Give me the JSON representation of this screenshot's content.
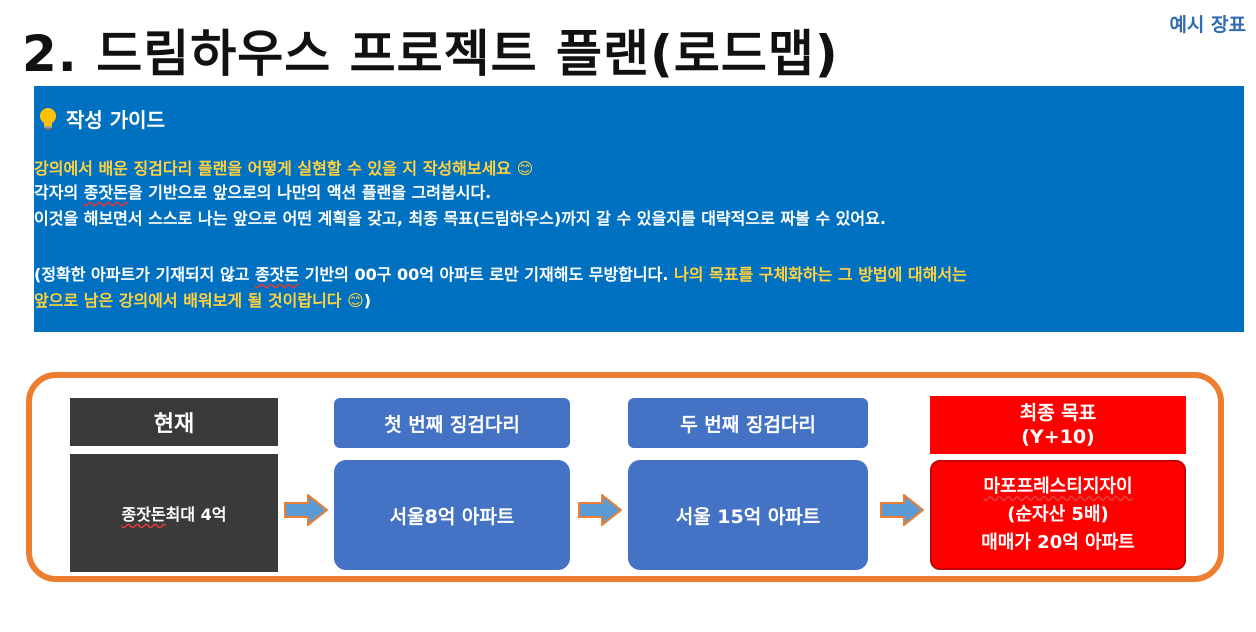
{
  "header": {
    "title": "2. 드림하우스 프로젝트 플랜(로드맵)",
    "tag": "예시 장표"
  },
  "guide": {
    "heading": "작성 가이드",
    "line1": "강의에서 배운 징검다리 플랜을 어떻게 실현할 수 있을 지 작성해보세요 😊",
    "line2_a": "각자의 ",
    "line2_b": "종잣돈",
    "line2_c": "을 기반으로 앞으로의 나만의 액션 플랜을 그려봅시다.",
    "line3": "이것을 해보면서 스스로 나는 앞으로 어떤 계획을 갖고, 최종 목표(드림하우스)까지 갈 수 있을지를 대략적으로 짜볼 수 있어요.",
    "line4_a": "(정확한 아파트가 기재되지 않고 ",
    "line4_b": "종잣돈",
    "line4_c": " 기반의 00구 00억 아파트 로만 기재해도 무방합니다. ",
    "line4_d": "나의 목표를 구체화하는 그 방법에 대해서는",
    "line5_a": "앞으로 남은 강의에서 배워보게 될 것이랍니다 😊",
    "line5_b": ")"
  },
  "roadmap": {
    "current_head": "현재",
    "current_body_a": "종잣돈",
    "current_body_b": " 최대 4억",
    "step1_head": "첫 번째 징검다리",
    "step1_body": "서울8억 아파트",
    "step2_head": "두 번째 징검다리",
    "step2_body": "서울 15억 아파트",
    "goal_head_1": "최종 목표",
    "goal_head_2": "(Y+10)",
    "goal_body_1": "마포프레스티지자이",
    "goal_body_2": "(순자산 5배)",
    "goal_body_3": "매매가 20억 아파트"
  },
  "colors": {
    "guide_bg": "#0070c0",
    "highlight": "#ffd23f",
    "roadmap_border": "#ed7d31",
    "step_blue": "#4472c4",
    "goal_red": "#ff0000",
    "current_dark": "#3a3a3a"
  }
}
